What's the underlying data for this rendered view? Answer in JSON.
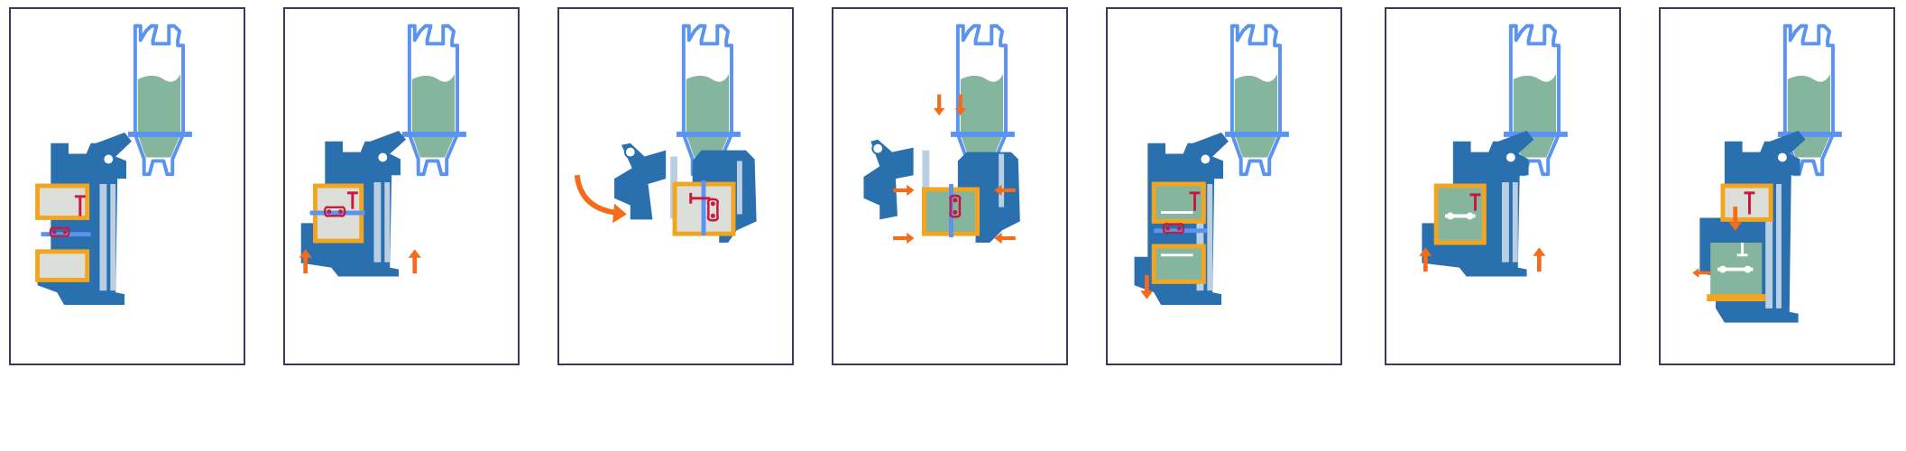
{
  "colors": {
    "frame": "#3a3a5c",
    "machine": "#2a6fae",
    "hopper_outline": "#5b93f0",
    "powder": "#86b59e",
    "mold": "#f4a51f",
    "mold_fill": "#dcded9",
    "part": "#c8193c",
    "arrow": "#f46b1c",
    "rod": "#b9cfe3"
  },
  "steps": [
    {
      "state": "open",
      "mold_fill": "empty",
      "arrows": []
    },
    {
      "state": "closed",
      "mold_fill": "empty",
      "arrows": [
        "up",
        "up"
      ]
    },
    {
      "state": "tilted-under-hopper",
      "mold_fill": "empty",
      "arrows": [
        "rotate"
      ]
    },
    {
      "state": "filling",
      "mold_fill": "powder",
      "arrows": [
        "down",
        "down",
        "right",
        "left",
        "right",
        "left"
      ]
    },
    {
      "state": "open",
      "mold_fill": "powder",
      "arrows": [
        "down"
      ]
    },
    {
      "state": "closed",
      "mold_fill": "powder",
      "arrows": [
        "up",
        "up"
      ]
    },
    {
      "state": "eject",
      "mold_fill": "powder",
      "arrows": [
        "down",
        "left"
      ]
    }
  ]
}
